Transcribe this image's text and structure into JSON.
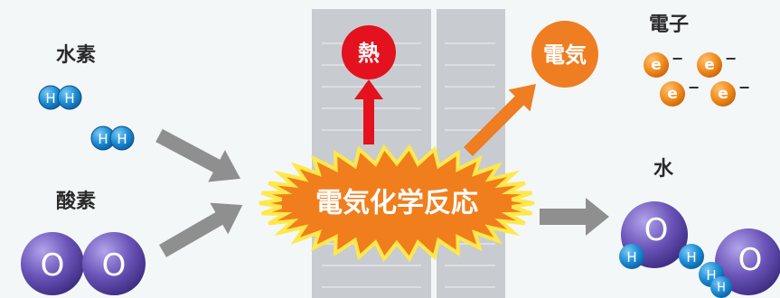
{
  "labels": {
    "hydrogen": "水素",
    "oxygen": "酸素",
    "electron": "電子",
    "water": "水",
    "heat": "熱",
    "electricity": "電気",
    "reaction": "電気化学反応"
  },
  "atoms": {
    "hydrogen_symbol": "H",
    "oxygen_symbol": "O",
    "electron_symbol": "e",
    "electron_charge": "−"
  },
  "colors": {
    "background": "#f4f7f8",
    "hydrogen": "#1e8fd6",
    "oxygen": "#6a54b8",
    "electron": "#f08a1c",
    "heat": "#e3121e",
    "electricity_arrow": "#ef7d22",
    "reaction_burst": "#f07e1d",
    "burst_outline": "#ffe84a",
    "gray_arrow": "#8f8f8f",
    "plate": "#c8ccd0"
  }
}
